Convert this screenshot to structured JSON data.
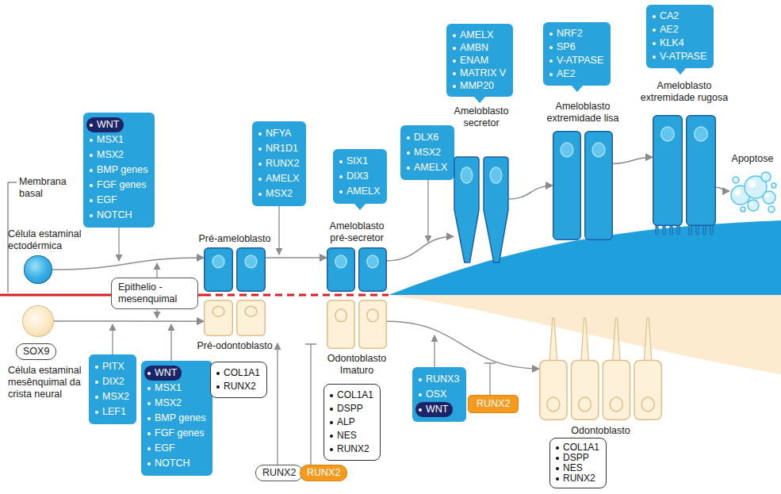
{
  "diagram": {
    "nodes": [
      {
        "text": [
          "WNT",
          "MSX1",
          "MSX2",
          "BMP genes",
          "FGF genes",
          "EGF",
          "NOTCH"
        ]
      },
      {
        "text": [
          "Célula estaminal ectodérmica"
        ]
      },
      {
        "text": [
          "Pré-ameloblasto"
        ]
      },
      {
        "text": [
          "Epithelio - mesenquimal"
        ]
      },
      {
        "text": [
          "Célula estaminal mesênquimal da crista neural"
        ]
      },
      {
        "text": [
          "SOX9"
        ]
      },
      {
        "text": [
          "PITX",
          "DIX2",
          "MSX2",
          "LEF1"
        ]
      },
      {
        "text": [
          "WNT",
          "MSX1",
          "MSX2",
          "BMP genes",
          "FGF genes",
          "EGF",
          "NOTCH"
        ]
      },
      {
        "text": [
          "Pré-odontoblasto"
        ]
      },
      {
        "text": [
          "COL1A1",
          "RUNX2"
        ]
      },
      {
        "text": [
          "NFYA",
          "NR1D1",
          "RUNX2",
          "AMELX",
          "MSX2"
        ]
      },
      {
        "text": [
          "SIX1",
          "DIX3",
          "AMELX"
        ]
      },
      {
        "text": [
          "Ameloblasto pré-secretor"
        ]
      },
      {
        "text": [
          "Odontoblasto Imaturo"
        ]
      },
      {
        "text": [
          "COL1A1",
          "DSPP",
          "ALP",
          "NES",
          "RUNX2"
        ]
      },
      {
        "text": [
          "RUNX2"
        ]
      },
      {
        "text": [
          "RUNX2"
        ]
      },
      {
        "text": [
          "DLX6",
          "MSX2",
          "AMELX"
        ]
      },
      {
        "text": [
          "RUNX3",
          "OSX",
          "WNT"
        ]
      },
      {
        "text": [
          "RUNX2"
        ]
      },
      {
        "text": [
          "AMELX",
          "AMBN",
          "ENAM",
          "MATRIX V",
          "MMP20"
        ]
      },
      {
        "text": [
          "Ameloblasto secretor"
        ]
      },
      {
        "text": [
          "NRF2",
          "SP6",
          "V-ATPASE",
          "AE2"
        ]
      },
      {
        "text": [
          "Ameloblasto extremidade lisa"
        ]
      },
      {
        "text": [
          "CA2",
          "AE2",
          "KLK4",
          "V-ATPASE"
        ]
      },
      {
        "text": [
          "Ameloblasto extremidade rugosa"
        ]
      },
      {
        "text": [
          "Apoptose"
        ]
      },
      {
        "text": [
          "Odontoblasto"
        ]
      },
      {
        "text": [
          "COL1A1",
          "DSPP",
          "NES",
          "RUNX2"
        ]
      }
    ],
    "edges": [
      {
        "from": 1,
        "to": 2,
        "arrow": "to"
      },
      {
        "from": 2,
        "to": 12,
        "arrow": "to"
      },
      {
        "from": 12,
        "to": 21,
        "arrow": "to"
      },
      {
        "from": 21,
        "to": 23,
        "arrow": "to"
      },
      {
        "from": 23,
        "to": 25,
        "arrow": "to"
      },
      {
        "from": 25,
        "to": 26,
        "arrow": "to"
      },
      {
        "from": 4,
        "to": 8,
        "arrow": "to"
      },
      {
        "from": 13,
        "to": 27,
        "arrow": "to"
      }
    ],
    "labels": [
      "Membrana basal"
    ]
  }
}
